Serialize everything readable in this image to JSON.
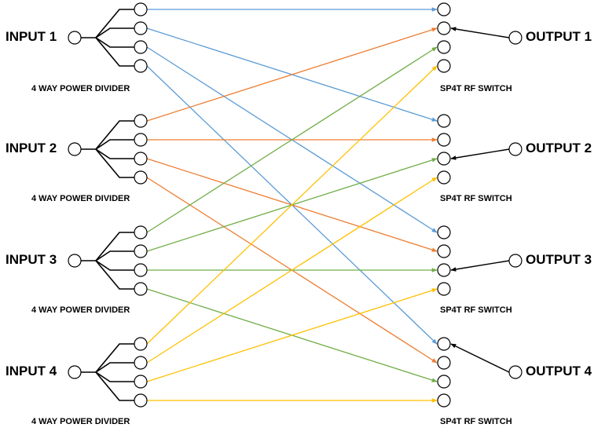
{
  "inputs": [
    {
      "label": "INPUT 1",
      "divider_label": "4 WAY POWER DIVIDER"
    },
    {
      "label": "INPUT 2",
      "divider_label": "4 WAY POWER DIVIDER"
    },
    {
      "label": "INPUT 3",
      "divider_label": "4 WAY POWER DIVIDER"
    },
    {
      "label": "INPUT 4",
      "divider_label": "4 WAY POWER DIVIDER"
    }
  ],
  "outputs": [
    {
      "label": "OUTPUT 1",
      "switch_label": "SP4T RF SWITCH"
    },
    {
      "label": "OUTPUT 2",
      "switch_label": "SP4T RF SWITCH"
    },
    {
      "label": "OUTPUT 3",
      "switch_label": "SP4T RF SWITCH"
    },
    {
      "label": "OUTPUT 4",
      "switch_label": "SP4T RF SWITCH"
    }
  ],
  "colors": {
    "input_1": "#5b9bd5",
    "input_2": "#ed7d31",
    "input_3": "#70ad47",
    "input_4": "#ffc000",
    "structure": "#000000"
  },
  "connections": [
    {
      "from_input": 1,
      "from_port": 1,
      "to_output": 1,
      "to_port": 1
    },
    {
      "from_input": 1,
      "from_port": 2,
      "to_output": 2,
      "to_port": 1
    },
    {
      "from_input": 1,
      "from_port": 3,
      "to_output": 3,
      "to_port": 1
    },
    {
      "from_input": 1,
      "from_port": 4,
      "to_output": 4,
      "to_port": 1
    },
    {
      "from_input": 2,
      "from_port": 1,
      "to_output": 1,
      "to_port": 2
    },
    {
      "from_input": 2,
      "from_port": 2,
      "to_output": 2,
      "to_port": 2
    },
    {
      "from_input": 2,
      "from_port": 3,
      "to_output": 3,
      "to_port": 2
    },
    {
      "from_input": 2,
      "from_port": 4,
      "to_output": 4,
      "to_port": 2
    },
    {
      "from_input": 3,
      "from_port": 1,
      "to_output": 1,
      "to_port": 3
    },
    {
      "from_input": 3,
      "from_port": 2,
      "to_output": 2,
      "to_port": 3
    },
    {
      "from_input": 3,
      "from_port": 3,
      "to_output": 3,
      "to_port": 3
    },
    {
      "from_input": 3,
      "from_port": 4,
      "to_output": 4,
      "to_port": 3
    },
    {
      "from_input": 4,
      "from_port": 1,
      "to_output": 1,
      "to_port": 4
    },
    {
      "from_input": 4,
      "from_port": 2,
      "to_output": 2,
      "to_port": 4
    },
    {
      "from_input": 4,
      "from_port": 3,
      "to_output": 3,
      "to_port": 4
    },
    {
      "from_input": 4,
      "from_port": 4,
      "to_output": 4,
      "to_port": 4
    }
  ],
  "switch_positions": [
    {
      "output": 1,
      "selected_port": 2
    },
    {
      "output": 2,
      "selected_port": 3
    },
    {
      "output": 3,
      "selected_port": 3
    },
    {
      "output": 4,
      "selected_port": 1
    }
  ]
}
